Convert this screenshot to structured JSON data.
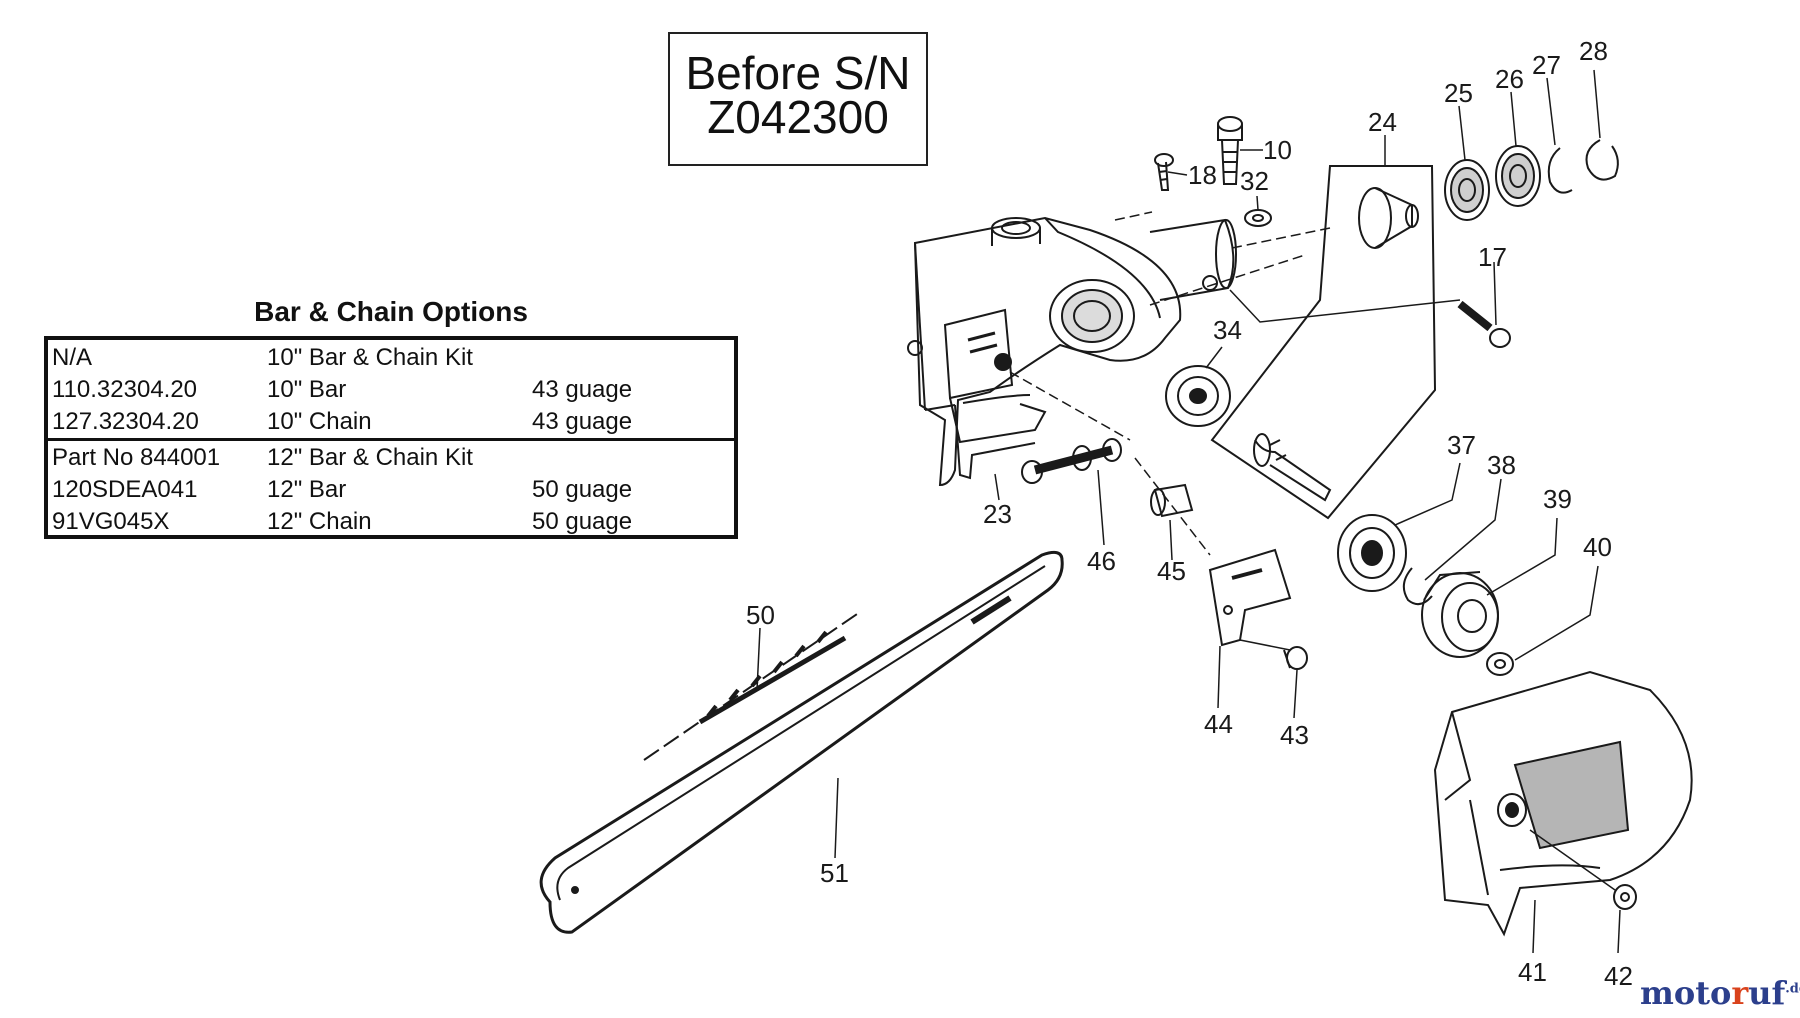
{
  "serial_box": {
    "line1": "Before S/N",
    "line2": "Z042300"
  },
  "bar_chain_options": {
    "title": "Bar & Chain Options",
    "groups": [
      {
        "rows": [
          {
            "part": "N/A",
            "description": "10\" Bar & Chain Kit",
            "gauge": ""
          },
          {
            "part": "110.32304.20",
            "description": "10\" Bar",
            "gauge": "43 guage"
          },
          {
            "part": "127.32304.20",
            "description": "10\" Chain",
            "gauge": "43 guage"
          }
        ]
      },
      {
        "rows": [
          {
            "part": "Part No 844001",
            "description": "12\" Bar & Chain Kit",
            "gauge": ""
          },
          {
            "part": "120SDEA041",
            "description": "12\" Bar",
            "gauge": "50 guage"
          },
          {
            "part": "91VG045X",
            "description": "12\" Chain",
            "gauge": "50 guage"
          }
        ]
      }
    ]
  },
  "callouts": {
    "c10": "10",
    "c17": "17",
    "c18": "18",
    "c23": "23",
    "c24": "24",
    "c25": "25",
    "c26": "26",
    "c27": "27",
    "c28": "28",
    "c32": "32",
    "c34": "34",
    "c37": "37",
    "c38": "38",
    "c39": "39",
    "c40": "40",
    "c41": "41",
    "c42": "42",
    "c43": "43",
    "c44": "44",
    "c45": "45",
    "c46": "46",
    "c50": "50",
    "c51": "51"
  },
  "watermark": {
    "brand": "moto",
    "dot_letter": "r",
    "rest": "uf",
    "tld": ".de"
  },
  "colors": {
    "line": "#1a1a1a",
    "watermark_blue": "#2c3f8c",
    "watermark_accent": "#d9421c"
  }
}
